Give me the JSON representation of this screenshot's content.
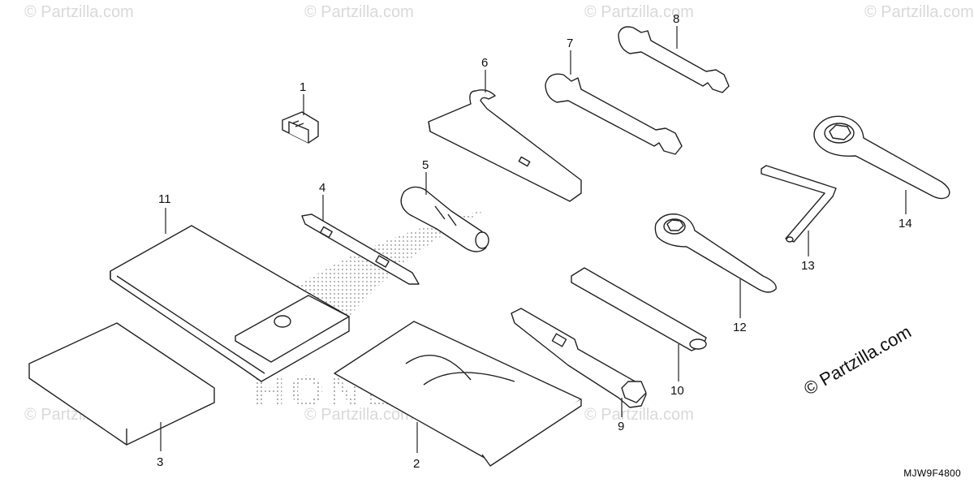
{
  "diagram": {
    "callouts": [
      "1",
      "2",
      "3",
      "4",
      "5",
      "6",
      "7",
      "8",
      "9",
      "10",
      "11",
      "12",
      "13",
      "14"
    ],
    "part_code": "MJW9F4800",
    "copyright": "© Partzilla.com",
    "watermark_text": "© Partzilla.com",
    "brand_mark": "HONDA"
  },
  "colors": {
    "line": "#222222",
    "dots": "#9a9a9a",
    "watermark": "#d9d9d9"
  }
}
